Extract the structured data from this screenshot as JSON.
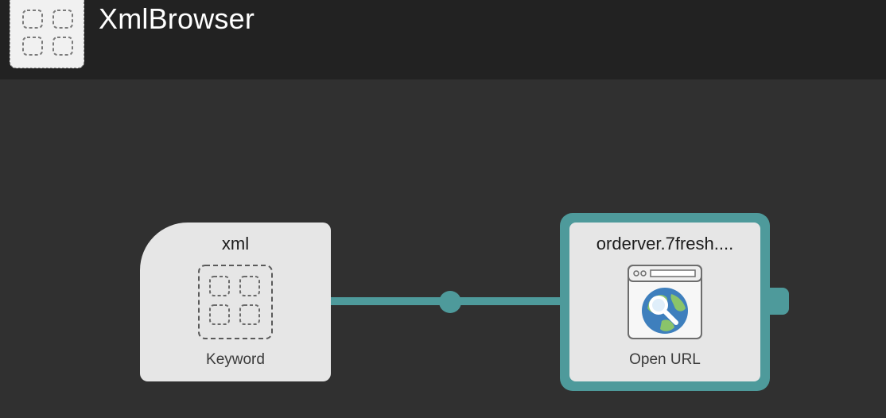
{
  "header": {
    "title": "XmlBrowser",
    "app_icon": "dashed-grid-icon"
  },
  "workflow": {
    "keyword_node": {
      "title": "xml",
      "subtitle": "Keyword",
      "icon": "dashed-grid-icon"
    },
    "action_node": {
      "title": "orderver.7fresh....",
      "subtitle": "Open URL",
      "icon": "globe-browser-icon",
      "selected": true
    }
  },
  "colors": {
    "header_bg": "#222222",
    "canvas_bg": "#303030",
    "node_bg": "#e6e6e6",
    "accent": "#4e9a9b"
  }
}
